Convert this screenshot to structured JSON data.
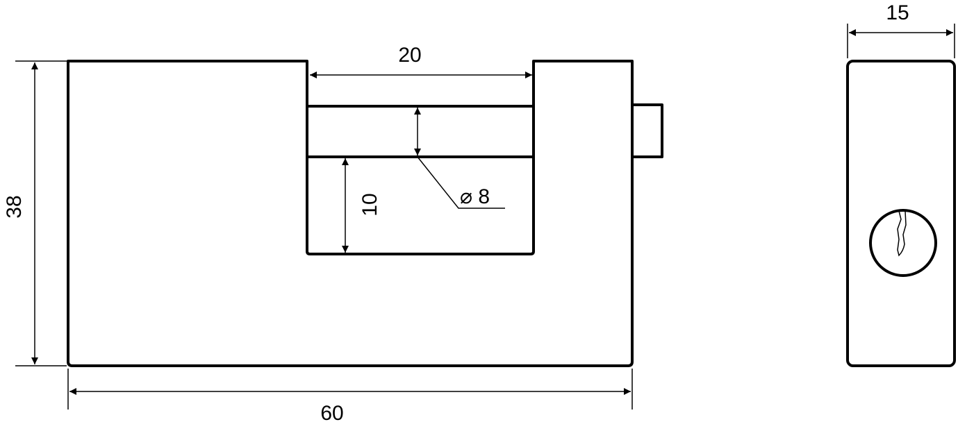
{
  "drawing": {
    "front_view": {
      "width_dim": "60",
      "height_dim": "38",
      "opening_width_dim": "20",
      "opening_depth_dim": "10",
      "shackle_diameter_dim": "⌀ 8"
    },
    "side_view": {
      "thickness_dim": "15"
    },
    "line_color": "#000000"
  }
}
